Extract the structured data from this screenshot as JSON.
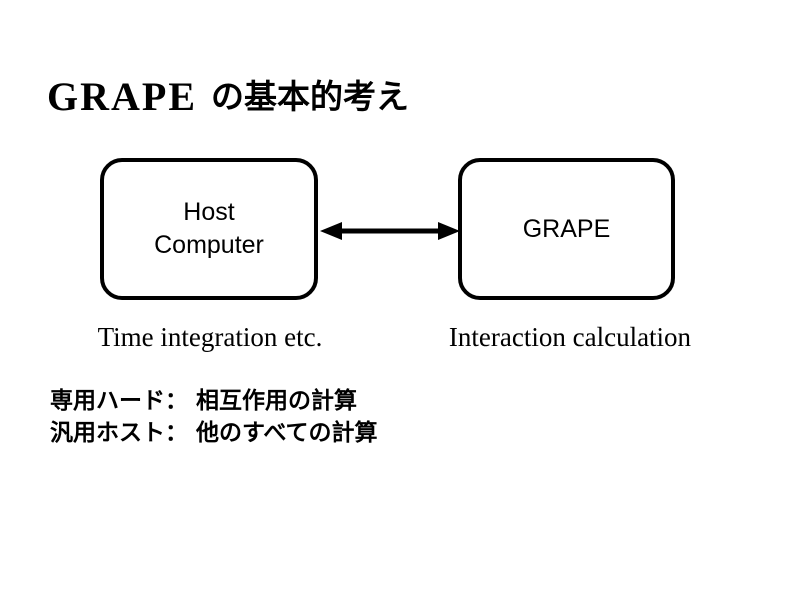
{
  "slide": {
    "title_en": "GRAPE",
    "title_ja": "の基本的考え",
    "host_box": {
      "line1": "Host",
      "line2": "Computer"
    },
    "grape_box": {
      "label": "GRAPE"
    },
    "host_caption": "Time integration etc.",
    "grape_caption": "Interaction calculation",
    "notes": [
      "専用ハード： 相互作用の計算",
      "汎用ホスト： 他のすべての計算"
    ],
    "arrow_icon": "double-headed-arrow",
    "colors": {
      "foreground": "#000000",
      "background": "#ffffff"
    }
  }
}
